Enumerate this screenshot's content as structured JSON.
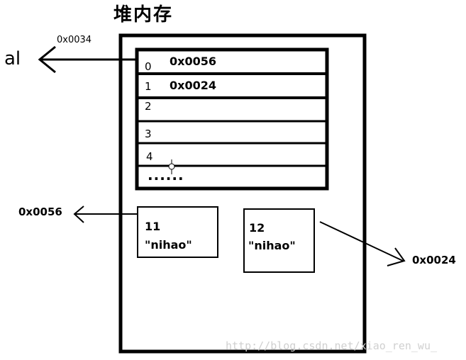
{
  "title": "堆内存",
  "array_ref": {
    "variable": "al",
    "address": "0x0034"
  },
  "slots": [
    {
      "index": "0",
      "value": "0x0056"
    },
    {
      "index": "1",
      "value": "0x0024"
    },
    {
      "index": "2",
      "value": ""
    },
    {
      "index": "3",
      "value": ""
    },
    {
      "index": "4",
      "value": ""
    }
  ],
  "ellipsis": "......",
  "objects": [
    {
      "address": "0x0056",
      "id": "11",
      "text": "\"nihao\""
    },
    {
      "address": "0x0024",
      "id": "12",
      "text": "\"nihao\""
    }
  ],
  "watermark": "http://blog.csdn.net/xiao_ren_wu_"
}
